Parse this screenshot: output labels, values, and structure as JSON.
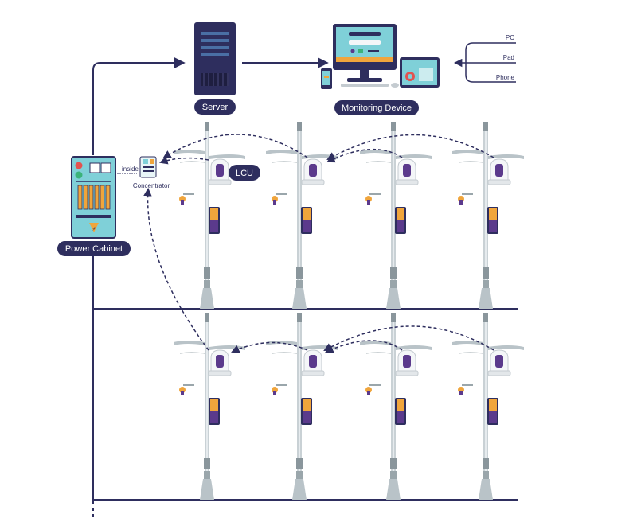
{
  "labels": {
    "server": "Server",
    "monitoring_device": "Monitoring Device",
    "power_cabinet": "Power Cabinet",
    "concentrator": "Concentrator",
    "inside": "inside",
    "lcu": "LCU"
  },
  "client_devices": [
    "PC",
    "Pad",
    "Phone"
  ],
  "colors": {
    "navy": "#2e2e5e",
    "teal": "#7fd0d8",
    "pole": "#b9c3c8",
    "pole_dark": "#8a969c",
    "orange": "#f0a53c",
    "purple": "#5b3a8c",
    "red_light": "#e3524f",
    "green_light": "#3bb37a"
  }
}
